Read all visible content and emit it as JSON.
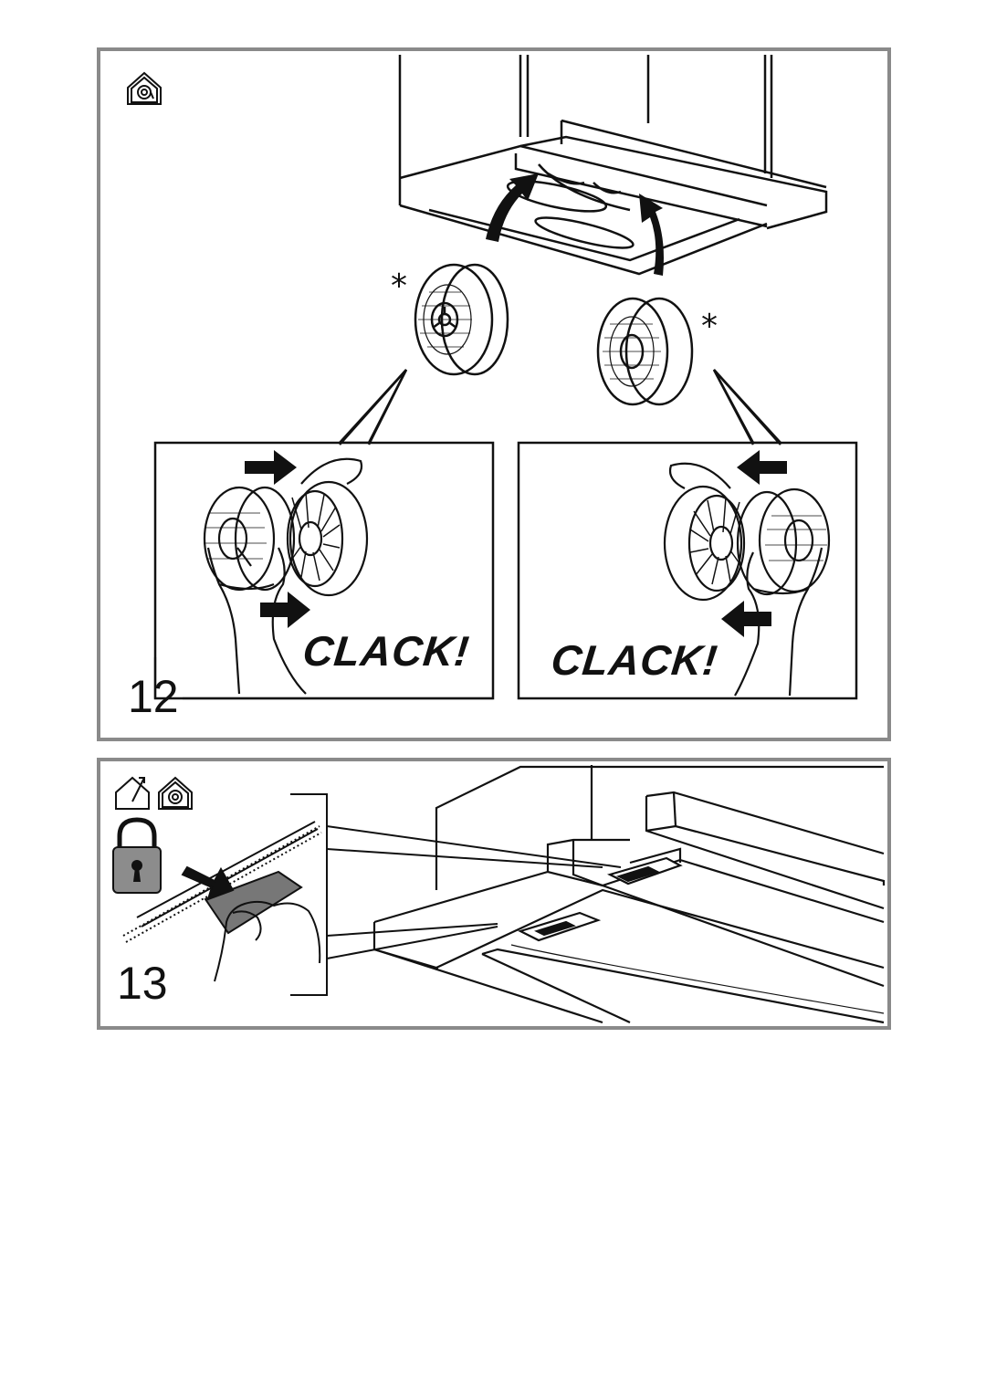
{
  "steps": [
    {
      "number": "12",
      "callouts": [
        "CLACK!",
        "CLACK!"
      ],
      "markers": [
        "*",
        "*"
      ],
      "icons": [
        "recirculation-mode-icon"
      ]
    },
    {
      "number": "13",
      "icons": [
        "extraction-mode-icon",
        "recirculation-mode-icon",
        "padlock-icon"
      ]
    }
  ],
  "colors": {
    "frame": "#8a8a8a",
    "line": "#111111",
    "lock_fill": "#8c8c8c"
  }
}
